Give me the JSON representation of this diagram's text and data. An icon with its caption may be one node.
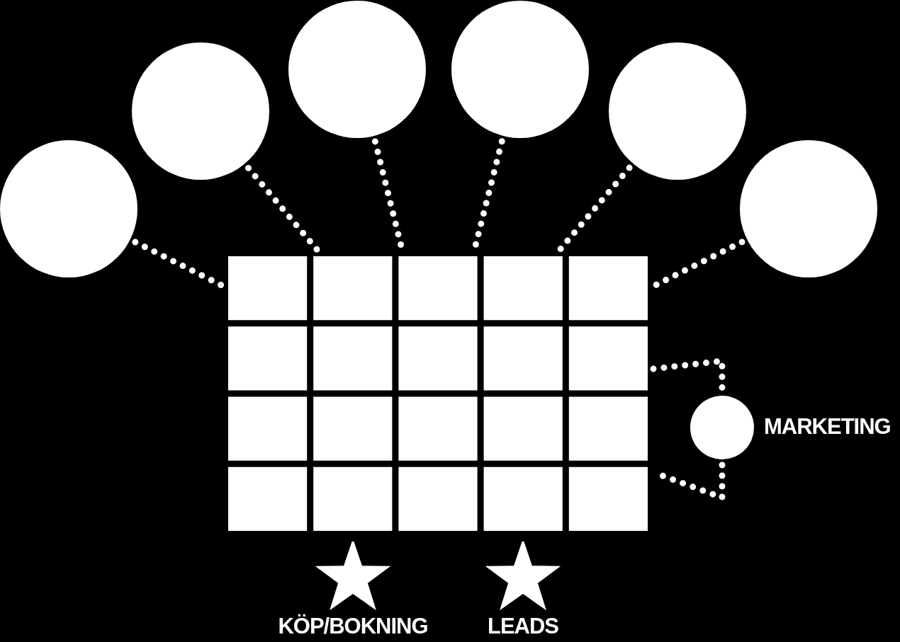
{
  "diagram": {
    "nodes": [
      {
        "text": [],
        "shape": "circle"
      },
      {
        "text": [],
        "shape": "circle"
      },
      {
        "text": [],
        "shape": "circle"
      },
      {
        "text": [],
        "shape": "circle"
      },
      {
        "text": [],
        "shape": "circle"
      },
      {
        "text": [],
        "shape": "circle"
      },
      {
        "text": [],
        "shape": "box"
      },
      {
        "text": [
          "MARKETING"
        ]
      },
      {
        "text": [
          "KÖP/BOKNING"
        ]
      },
      {
        "text": [
          "LEADS"
        ]
      }
    ],
    "edges": [
      {
        "from": 0,
        "to": 6,
        "arrow": "none",
        "style": "dashed"
      },
      {
        "from": 1,
        "to": 6,
        "arrow": "none",
        "style": "dashed"
      },
      {
        "from": 2,
        "to": 6,
        "arrow": "none",
        "style": "dashed"
      },
      {
        "from": 3,
        "to": 6,
        "arrow": "none",
        "style": "dashed"
      },
      {
        "from": 4,
        "to": 6,
        "arrow": "none",
        "style": "dashed"
      },
      {
        "from": 5,
        "to": 6,
        "arrow": "none",
        "style": "dashed"
      },
      {
        "from": 6,
        "to": 7,
        "arrow": "none",
        "style": "dashed"
      },
      {
        "from": 7,
        "to": 6,
        "arrow": "none",
        "style": "dashed"
      }
    ]
  }
}
